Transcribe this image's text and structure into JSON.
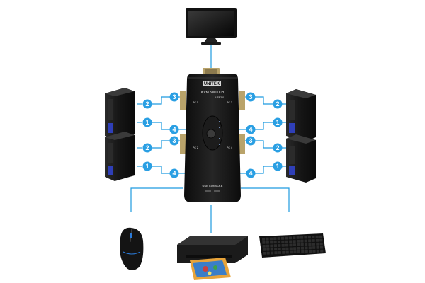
{
  "kvm_switch": {
    "brand": "UNITEK",
    "title": "KVM SWITCH",
    "subtitle": "USB2.0",
    "console_label": "USB CONSOLE",
    "port_labels": [
      "PC 1",
      "PC 2",
      "PC 3",
      "PC 4"
    ]
  },
  "connectors": {
    "left_top": [
      "2",
      "1",
      "3",
      "4"
    ],
    "left_bottom": [
      "2",
      "1",
      "3",
      "4"
    ],
    "right_top": [
      "3",
      "4",
      "2",
      "1"
    ],
    "right_bottom": [
      "3",
      "4",
      "2",
      "1"
    ]
  },
  "colors": {
    "line": "#1e9be0",
    "badge": "#2a9fe3",
    "device": "#1a1a1a"
  },
  "devices": [
    "monitor",
    "computer",
    "computer",
    "computer",
    "computer",
    "mouse",
    "printer",
    "keyboard"
  ]
}
